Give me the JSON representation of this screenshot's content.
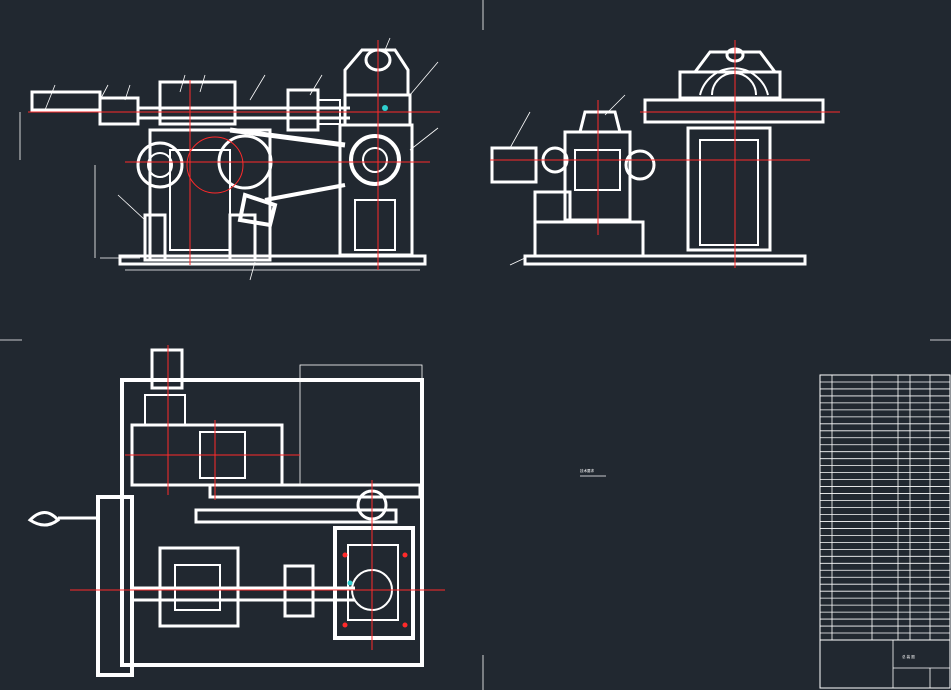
{
  "drawing": {
    "note_text": "技术要求"
  },
  "colors": {
    "background": "#212830",
    "lines": "#ffffff",
    "center_lines": "#ff2a2a",
    "accent_cyan": "#2fd0d0"
  },
  "bom": {
    "rows": 38
  },
  "title_block": {
    "title": "总 装 图"
  }
}
